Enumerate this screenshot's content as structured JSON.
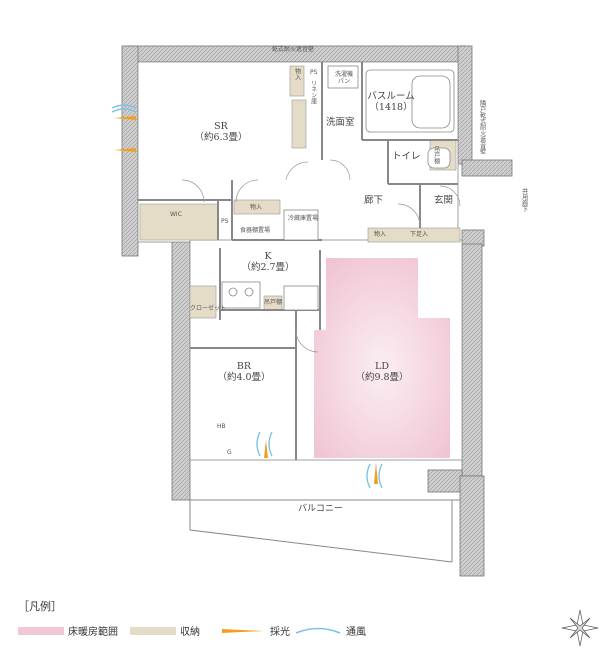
{
  "labels": {
    "top_wall": "乾式耐火遮音壁",
    "right_wall": "隣戸乾式耐火遮音壁",
    "corridor_out": "共用廊下",
    "storage1": "物入",
    "storage_linen": "リネン庫",
    "ps": "PS",
    "washer": "洗濯機パン",
    "bath": "バスルーム\n（1418）",
    "washroom": "洗面室",
    "sr": "SR\n（約6.3畳）",
    "toilet": "トイレ",
    "shoe_small": "吊戸棚",
    "hall": "廊下",
    "entrance": "玄関",
    "wic": "WIC",
    "storage2": "物入",
    "ps2": "PS",
    "food": "食器棚置場",
    "fridge": "冷蔵庫置場",
    "storage3": "物入",
    "shoebox": "下足入",
    "k": "K\n（約2.7畳）",
    "closet": "クローゼット",
    "kitchen_shelf": "吊戸棚",
    "br": "BR\n（約4.0畳）",
    "ld": "LD\n（約9.8畳）",
    "hb": "HB",
    "g": "G",
    "balcony": "バルコニー"
  },
  "legend": {
    "title": "［凡例］",
    "floor_heating": "床暖房範囲",
    "storage": "収納",
    "light": "採光",
    "wind": "通風"
  },
  "colors": {
    "floor_heating": "#f2c8d6",
    "storage": "#e4dcc6",
    "light": "#f0a020",
    "wind": "#7cc4e0",
    "wall": "#9a9a9a"
  }
}
